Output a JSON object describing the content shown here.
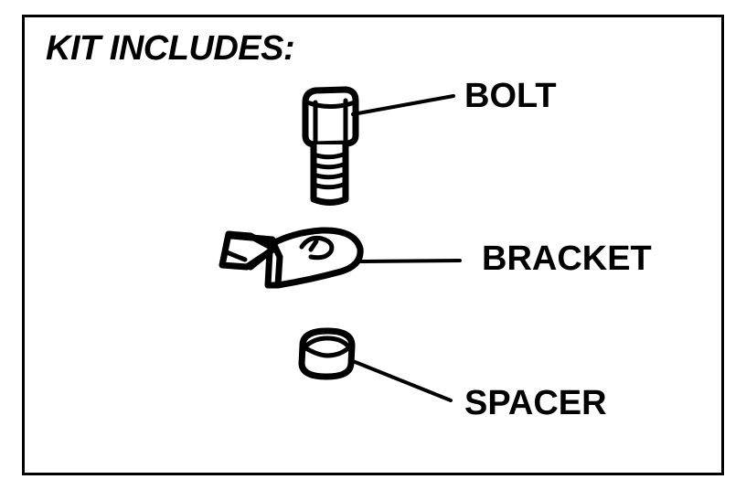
{
  "title": "KIT INCLUDES:",
  "parts": [
    {
      "label": "BOLT",
      "icon": "bolt-icon"
    },
    {
      "label": "BRACKET",
      "icon": "bracket-icon"
    },
    {
      "label": "SPACER",
      "icon": "spacer-icon"
    }
  ],
  "colors": {
    "ink": "#000000",
    "background": "#ffffff"
  }
}
